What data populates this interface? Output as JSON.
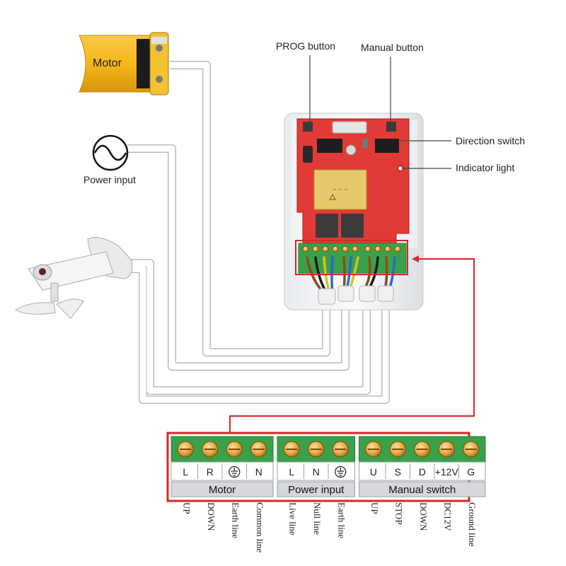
{
  "callouts": {
    "prog_button": "PROG button",
    "manual_button": "Manual button",
    "direction_switch": "Direction switch",
    "indicator_light": "Indicator light"
  },
  "devices": {
    "motor": "Motor",
    "power_input": "Power input"
  },
  "terminal_blocks": [
    {
      "name": "Motor",
      "terminals": [
        {
          "code": "L",
          "wire": "UP"
        },
        {
          "code": "R",
          "wire": "DOWN"
        },
        {
          "code": "⏚",
          "wire": "Earth line"
        },
        {
          "code": "N",
          "wire": "Common line"
        }
      ]
    },
    {
      "name": "Power input",
      "terminals": [
        {
          "code": "L",
          "wire": "Live line"
        },
        {
          "code": "N",
          "wire": "Null line"
        },
        {
          "code": "⏚",
          "wire": "Earth line"
        }
      ]
    },
    {
      "name": "Manual switch",
      "terminals": [
        {
          "code": "U",
          "wire": "UP"
        },
        {
          "code": "S",
          "wire": "STOP"
        },
        {
          "code": "D",
          "wire": "DOWN"
        },
        {
          "code": "+12V",
          "wire": "DC12V"
        },
        {
          "code": "G",
          "wire": "Ground line"
        }
      ]
    }
  ],
  "colors": {
    "highlight": "#d62828",
    "terminal_green": "#3aa14a",
    "screw": "#e8a640",
    "board_red": "#e23a36",
    "motor_yellow": "#f4b81a"
  }
}
